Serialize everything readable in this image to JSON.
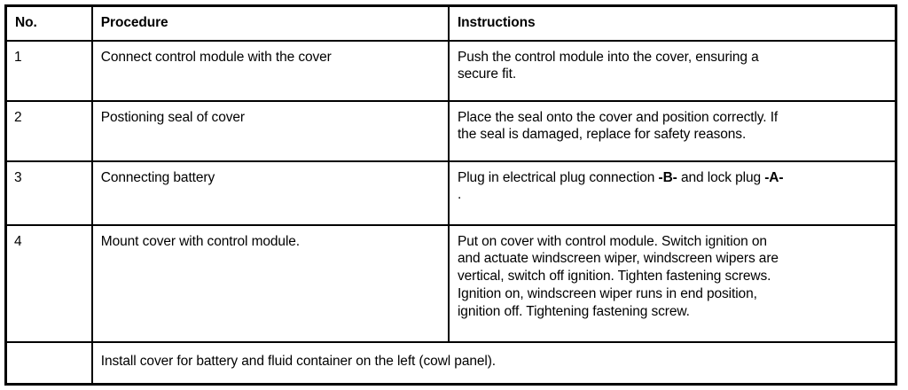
{
  "table": {
    "name": "procedure-instructions-table",
    "columns": [
      {
        "key": "no",
        "header": "No."
      },
      {
        "key": "procedure",
        "header": "Procedure"
      },
      {
        "key": "instructions",
        "header": "Instructions"
      }
    ],
    "rows": [
      {
        "no": "1",
        "procedure": "Connect control module with the cover",
        "instructions_lines": [
          "Push the control module into the cover, ensuring a",
          "secure fit."
        ]
      },
      {
        "no": "2",
        "procedure": "Postioning seal of cover",
        "instructions_lines": [
          "Place the seal onto the cover and position correctly. If",
          "the seal is damaged, replace for safety reasons."
        ]
      },
      {
        "no": "3",
        "procedure": "Connecting battery",
        "instructions_segments": [
          {
            "text": "Plug in electrical plug connection ",
            "bold": false
          },
          {
            "text": "-B-",
            "bold": true
          },
          {
            "text": " and lock plug ",
            "bold": false
          },
          {
            "text": "-A-",
            "bold": true
          }
        ],
        "instructions_trailing_line": "."
      },
      {
        "no": "4",
        "procedure": "Mount cover with control module.",
        "instructions_lines": [
          "Put on cover with control module. Switch ignition on",
          "and actuate windscreen wiper, windscreen wipers are",
          "vertical, switch off ignition. Tighten fastening screws.",
          "Ignition on, windscreen wiper runs in end position,",
          "ignition off. Tightening fastening screw."
        ]
      }
    ],
    "footer_row": {
      "no": "",
      "note": "Install cover for battery and fluid container on the left (cowl panel)."
    }
  },
  "colors": {
    "page_background": "#ffffff",
    "border": "#000000",
    "text": "#000000"
  }
}
